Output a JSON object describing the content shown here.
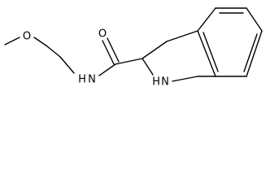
{
  "molecule": {
    "atoms": {
      "oxygen_ether": "O",
      "oxygen_carbonyl": "O",
      "nitrogen_amide": "N",
      "hydrogen_amide": "H",
      "nitrogen_ring": "N",
      "hydrogen_ring": "H"
    }
  },
  "colors": {
    "bond": "#000000",
    "label": "#000000",
    "background": "#ffffff"
  }
}
